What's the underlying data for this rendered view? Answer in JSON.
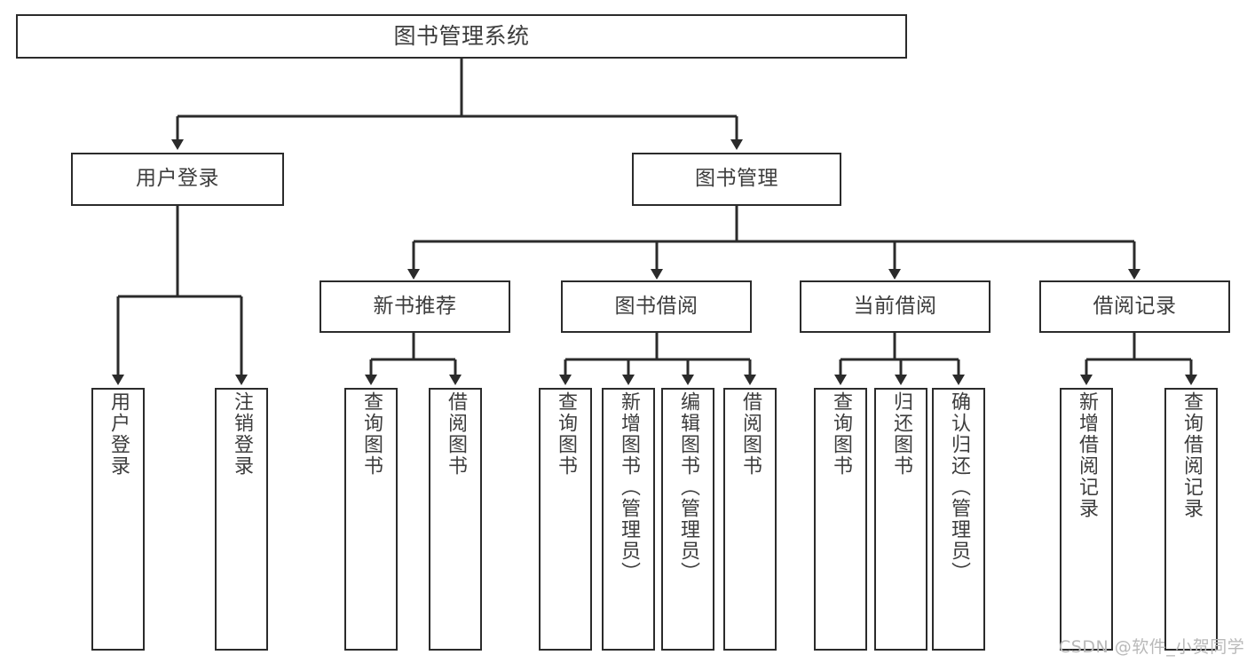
{
  "diagram": {
    "title": "图书管理系统",
    "type": "hierarchy-tree",
    "colors": {
      "stroke": "#2b2b2b",
      "text": "#3d3d3d",
      "background": "#ffffff",
      "watermark": "#b9b9b9"
    },
    "root": {
      "label": "图书管理系统"
    },
    "level1": [
      {
        "label": "用户登录"
      },
      {
        "label": "图书管理"
      }
    ],
    "level2": [
      {
        "label": "新书推荐"
      },
      {
        "label": "图书借阅"
      },
      {
        "label": "当前借阅"
      },
      {
        "label": "借阅记录"
      }
    ],
    "leaves": {
      "user_login": [
        {
          "label": "用户登录"
        },
        {
          "label": "注销登录"
        }
      ],
      "new_book_recommend": [
        {
          "label": "查询图书"
        },
        {
          "label": "借阅图书"
        }
      ],
      "book_borrow": [
        {
          "label": "查询图书"
        },
        {
          "label": "新增图书（管理员）"
        },
        {
          "label": "编辑图书（管理员）"
        },
        {
          "label": "借阅图书"
        }
      ],
      "current_borrow": [
        {
          "label": "查询图书"
        },
        {
          "label": "归还图书"
        },
        {
          "label": "确认归还（管理员）"
        }
      ],
      "borrow_record": [
        {
          "label": "新增借阅记录"
        },
        {
          "label": "查询借阅记录"
        }
      ]
    }
  },
  "watermark": {
    "text": "CSDN @软件_小贺同学"
  }
}
